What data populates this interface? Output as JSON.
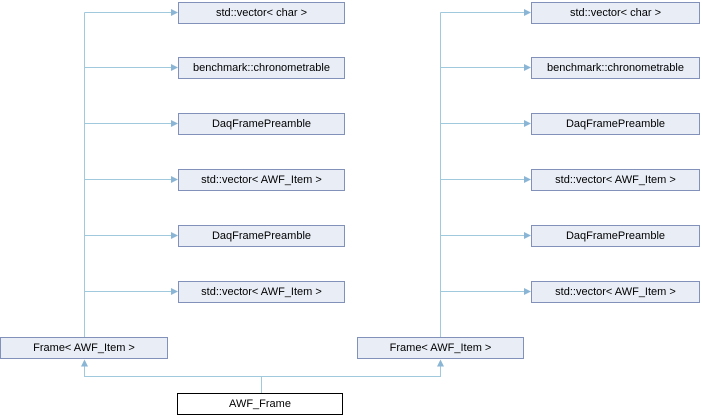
{
  "diagram_type": "doxygen-collaboration-graph",
  "nodes": {
    "left": [
      "std::vector< char >",
      "benchmark::chronometrable",
      "DaqFramePreamble",
      "std::vector< AWF_Item >",
      "DaqFramePreamble",
      "std::vector< AWF_Item >"
    ],
    "right": [
      "std::vector< char >",
      "benchmark::chronometrable",
      "DaqFramePreamble",
      "std::vector< AWF_Item >",
      "DaqFramePreamble",
      "std::vector< AWF_Item >"
    ],
    "left_frame": "Frame< AWF_Item >",
    "right_frame": "Frame< AWF_Item >",
    "main": "AWF_Frame"
  },
  "colors": {
    "node_border": "#8291b9",
    "node_fill": "#e8edf6",
    "edge_line": "#a1c9de",
    "edge_arrow": "#8ab5d4",
    "main_border": "#000000",
    "main_fill": "#ffffff",
    "text": "#000000"
  }
}
